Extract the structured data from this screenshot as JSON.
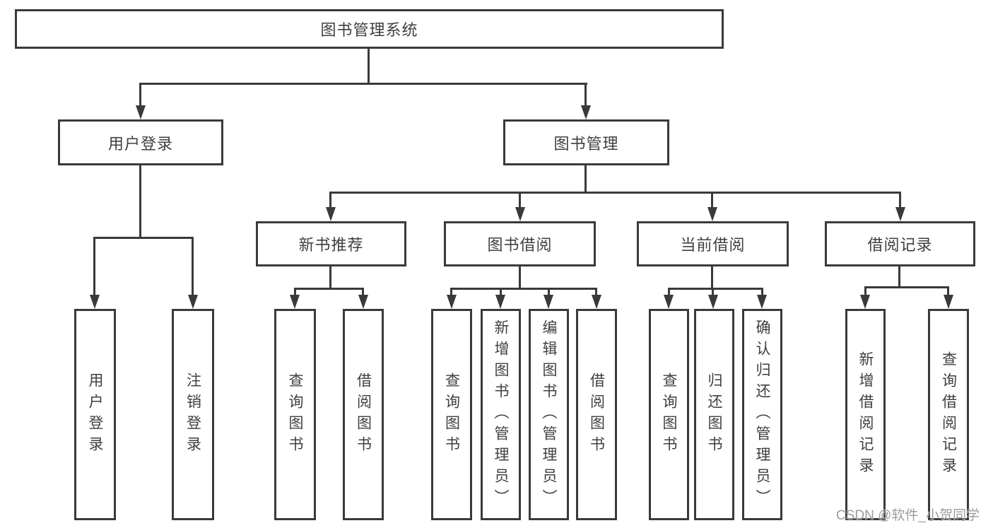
{
  "diagram": {
    "root": {
      "label": "图书管理系统"
    },
    "branches": [
      {
        "label": "用户登录",
        "children": [
          {
            "label": "用户登录"
          },
          {
            "label": "注销登录"
          }
        ]
      },
      {
        "label": "图书管理",
        "children": [
          {
            "label": "新书推荐",
            "children": [
              {
                "label": "查询图书"
              },
              {
                "label": "借阅图书"
              }
            ]
          },
          {
            "label": "图书借阅",
            "children": [
              {
                "label": "查询图书"
              },
              {
                "label": "新增图书（管理员）"
              },
              {
                "label": "编辑图书（管理员）"
              },
              {
                "label": "借阅图书"
              }
            ]
          },
          {
            "label": "当前借阅",
            "children": [
              {
                "label": "查询图书"
              },
              {
                "label": "归还图书"
              },
              {
                "label": "确认归还（管理员）"
              }
            ]
          },
          {
            "label": "借阅记录",
            "children": [
              {
                "label": "新增借阅记录"
              },
              {
                "label": "查询借阅记录"
              }
            ]
          }
        ]
      }
    ]
  },
  "watermark": {
    "text": "CSDN @软件_小贺同学"
  },
  "colors": {
    "line": "#3a3a3a",
    "text": "#3f3f3f",
    "watermark": "#9c9c9c",
    "background": "#ffffff"
  }
}
